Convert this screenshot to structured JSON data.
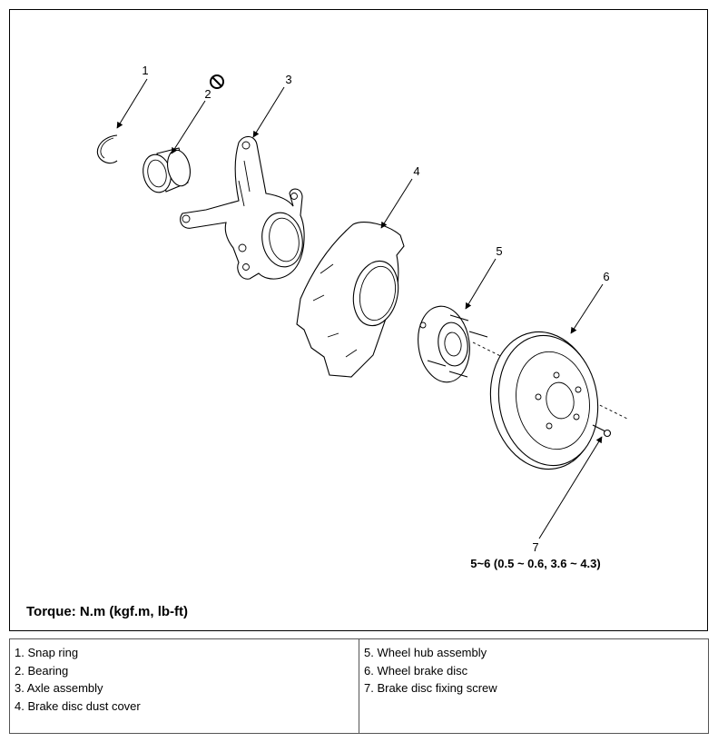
{
  "diagram": {
    "callouts": [
      {
        "id": "1",
        "text": "1"
      },
      {
        "id": "2",
        "text": "2"
      },
      {
        "id": "3",
        "text": "3"
      },
      {
        "id": "4",
        "text": "4"
      },
      {
        "id": "5",
        "text": "5"
      },
      {
        "id": "6",
        "text": "6"
      },
      {
        "id": "7",
        "text": "7"
      }
    ],
    "torque_spec": "5~6 (0.5 ~ 0.6, 3.6 ~ 4.3)",
    "torque_note": "Torque: N.m (kgf.m, lb-ft)",
    "icons": {
      "do_not_reuse": "prohibited-icon"
    }
  },
  "legend": {
    "left": [
      "1. Snap ring",
      "2. Bearing",
      "3. Axle assembly",
      "4. Brake disc dust cover"
    ],
    "right": [
      "5. Wheel hub assembly",
      "6. Wheel brake disc",
      "7. Brake disc fixing screw"
    ]
  }
}
